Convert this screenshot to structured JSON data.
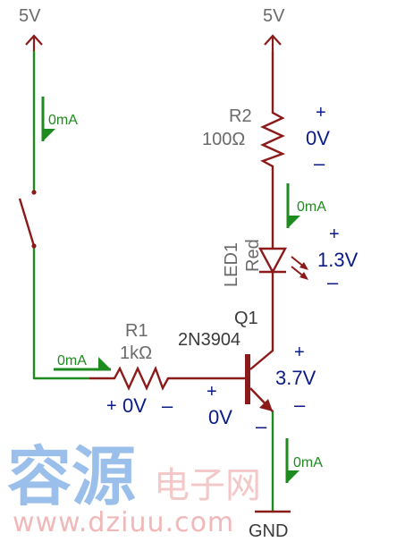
{
  "colors": {
    "wire": "#8b1a1a",
    "current": "#1e8b1e",
    "voltage": "#0a1a86",
    "label": "#6a6a6a",
    "watermark_blue": "#8ab4e8",
    "watermark_pink": "#f4c8c8"
  },
  "supplies": {
    "left": "5V",
    "right": "5V"
  },
  "ground": "GND",
  "currents": {
    "switch_branch": "0mA",
    "led_branch": "0mA",
    "base": "0mA",
    "emitter": "0mA"
  },
  "components": {
    "r2": {
      "name": "R2",
      "value": "100Ω",
      "plus": "+",
      "voltage": "0V",
      "minus": "–"
    },
    "led1": {
      "name": "LED1",
      "color": "Red",
      "plus": "+",
      "voltage": "1.3V",
      "minus": "–"
    },
    "q1": {
      "name": "Q1",
      "part": "2N3904",
      "vce_plus": "+",
      "vce": "3.7V",
      "vce_minus": "–",
      "vbe_plus": "+",
      "vbe": "0V",
      "vbe_minus": "–"
    },
    "r1": {
      "name": "R1",
      "value": "1kΩ",
      "plus": "+",
      "voltage": "0V",
      "minus": "–"
    }
  },
  "watermark": {
    "chinese_main": "容源",
    "chinese_sub": "电子网",
    "url": "www.dziuu.com"
  },
  "icons": {
    "supply": "supply-arrow-icon",
    "ground": "ground-symbol-icon",
    "current": "current-arrow-icon",
    "switch": "switch-symbol-icon",
    "resistor": "resistor-symbol-icon",
    "led": "led-symbol-icon",
    "transistor": "pnp-transistor-symbol-icon"
  }
}
